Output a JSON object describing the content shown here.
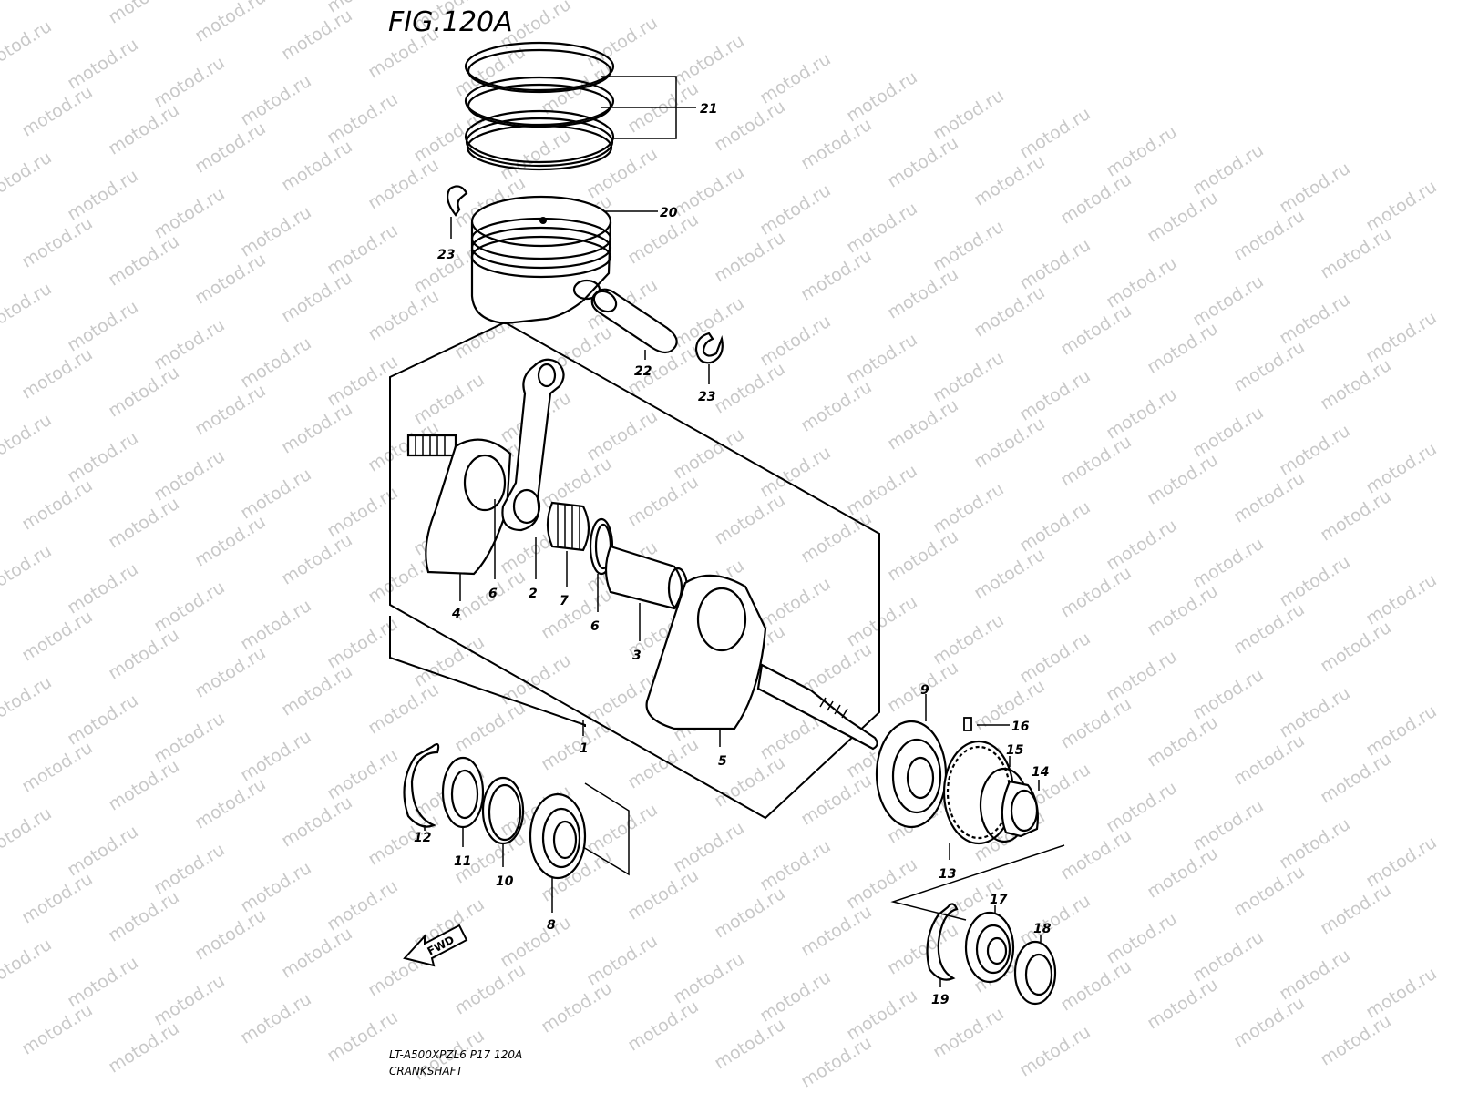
{
  "figure": {
    "title": "FIG.120A"
  },
  "watermark": "motod.ru",
  "footer": {
    "model": "LT-A500XPZL6 P17 120A",
    "name": "CRANKSHAFT"
  },
  "fwd_label": "FWD",
  "callouts": {
    "c1": "1",
    "c2": "2",
    "c3": "3",
    "c4": "4",
    "c5": "5",
    "c6a": "6",
    "c6b": "6",
    "c7": "7",
    "c8": "8",
    "c9": "9",
    "c10": "10",
    "c11": "11",
    "c12": "12",
    "c13": "13",
    "c14": "14",
    "c15": "15",
    "c16": "16",
    "c17": "17",
    "c18": "18",
    "c19": "19",
    "c20": "20",
    "c21": "21",
    "c22": "22",
    "c23a": "23",
    "c23b": "23"
  }
}
